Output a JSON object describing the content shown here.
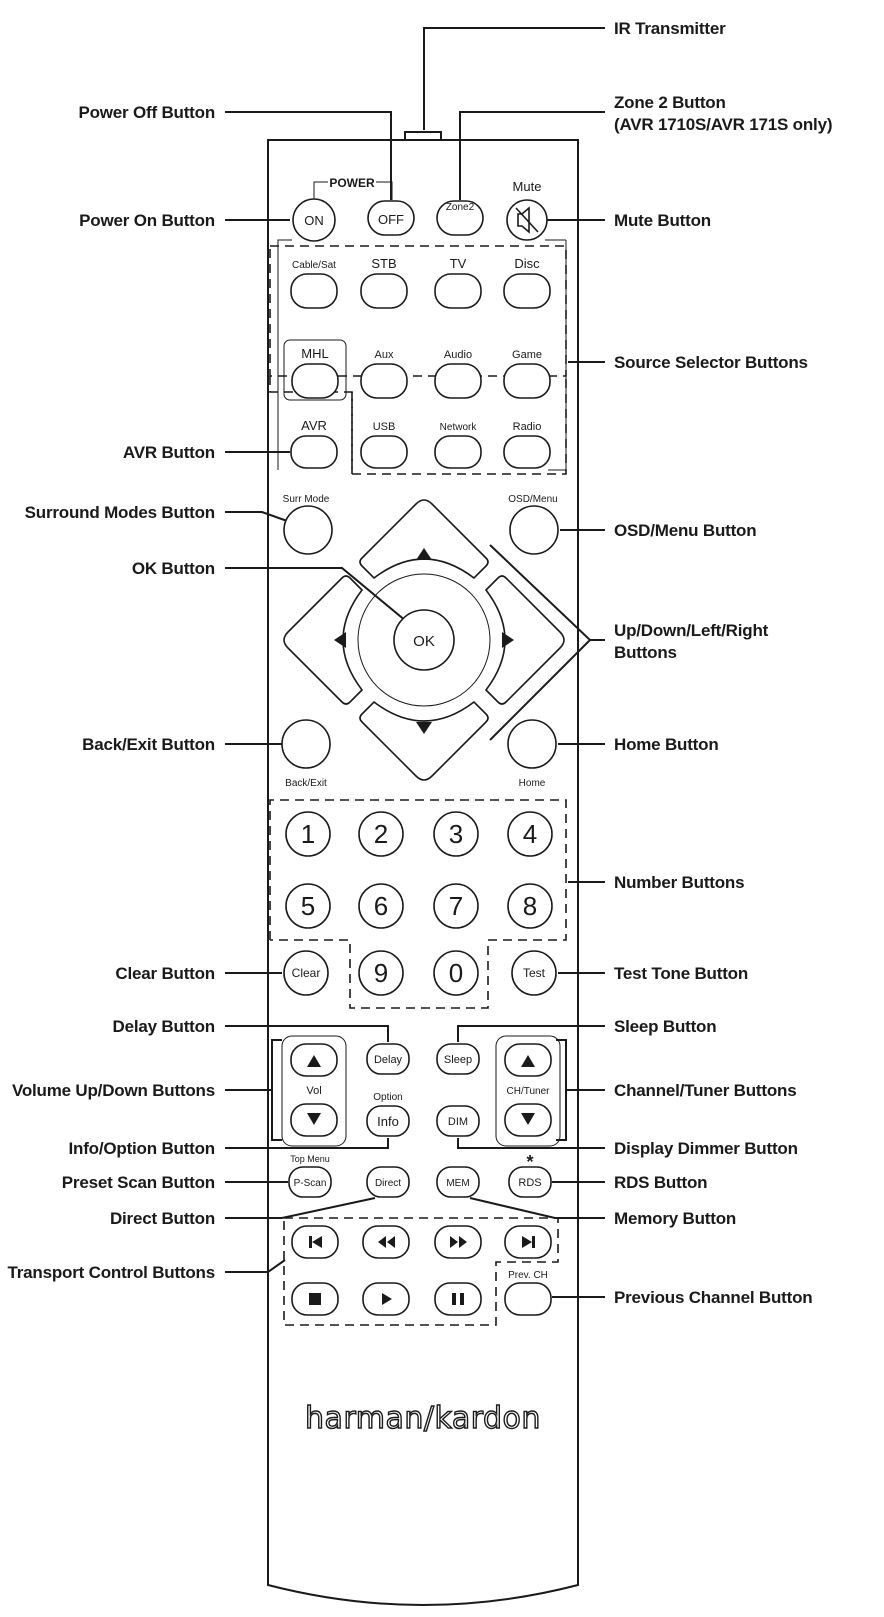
{
  "callouts": {
    "ir_transmitter": "IR Transmitter",
    "power_off": "Power Off Button",
    "zone2_line1": "Zone 2 Button",
    "zone2_line2": "(AVR 1710S/AVR 171S only)",
    "power_on": "Power On Button",
    "mute": "Mute Button",
    "source_selector": "Source Selector Buttons",
    "avr": "AVR Button",
    "surround_modes": "Surround Modes Button",
    "osd_menu": "OSD/Menu Button",
    "ok": "OK Button",
    "arrows_line1": "Up/Down/Left/Right",
    "arrows_line2": "Buttons",
    "back_exit": "Back/Exit  Button",
    "home": "Home Button",
    "number": "Number Buttons",
    "clear": "Clear Button",
    "test_tone": "Test Tone Button",
    "delay": "Delay Button",
    "sleep": "Sleep Button",
    "volume": "Volume Up/Down Buttons",
    "channel_tuner": "Channel/Tuner Buttons",
    "info_option": "Info/Option Button",
    "display_dimmer": "Display Dimmer Button",
    "preset_scan": "Preset Scan Button",
    "rds": "RDS Button",
    "direct": "Direct Button",
    "memory": "Memory Button",
    "transport": "Transport Control Buttons",
    "previous_channel": "Previous Channel Button"
  },
  "remote": {
    "power_label": "POWER",
    "on": "ON",
    "off": "OFF",
    "zone2": "Zone2",
    "mute": "Mute",
    "sources_row1": [
      "Cable/Sat",
      "STB",
      "TV",
      "Disc"
    ],
    "sources_row2": [
      "MHL",
      "Aux",
      "Audio",
      "Game"
    ],
    "sources_row3": [
      "AVR",
      "USB",
      "Network",
      "Radio"
    ],
    "surr_mode": "Surr Mode",
    "osd_menu": "OSD/Menu",
    "ok": "OK",
    "back_exit": "Back/Exit",
    "home": "Home",
    "numbers": [
      "1",
      "2",
      "3",
      "4",
      "5",
      "6",
      "7",
      "8",
      "9",
      "0"
    ],
    "clear": "Clear",
    "test": "Test",
    "delay": "Delay",
    "sleep": "Sleep",
    "vol": "Vol",
    "ch_tuner": "CH/Tuner",
    "option": "Option",
    "info": "Info",
    "dim": "DIM",
    "top_menu": "Top Menu",
    "p_scan": "P-Scan",
    "direct": "Direct",
    "mem": "MEM",
    "rds_star": "*",
    "rds": "RDS",
    "prev_ch": "Prev. CH",
    "brand": "harman/kardon"
  }
}
